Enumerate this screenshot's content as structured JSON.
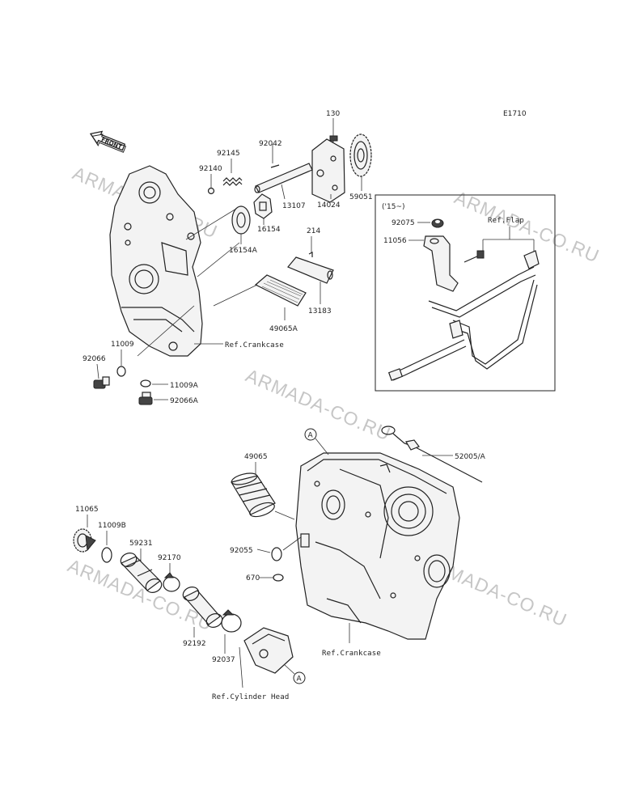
{
  "diagram_code": "E1710",
  "front_label": "FRONT",
  "inset": {
    "year_label": "('15~)",
    "ref_flap": "Ref.Flap"
  },
  "watermark": "ARMADA-CO.RU",
  "ref_labels": {
    "crankcase_upper": "Ref.Crankcase",
    "crankcase_lower": "Ref.Crankcase",
    "cylinder_head": "Ref.Cylinder Head"
  },
  "markers": {
    "a_top": "A",
    "a_bottom": "A"
  },
  "parts": {
    "p130": "130",
    "p92042": "92042",
    "p92145": "92145",
    "p92140": "92140",
    "p59051": "59051",
    "p14024": "14024",
    "p13107": "13107",
    "p16154": "16154",
    "p16154A": "16154A",
    "p214": "214",
    "p13183": "13183",
    "p49065A": "49065A",
    "p11009": "11009",
    "p92066": "92066",
    "p11009A": "11009A",
    "p92066A": "92066A",
    "p92075": "92075",
    "p11056": "11056",
    "p49065": "49065",
    "p52005A": "52005/A",
    "p11065": "11065",
    "p11009B": "11009B",
    "p59231": "59231",
    "p92170": "92170",
    "p92055": "92055",
    "p670": "670",
    "p92192": "92192",
    "p92037": "92037"
  }
}
